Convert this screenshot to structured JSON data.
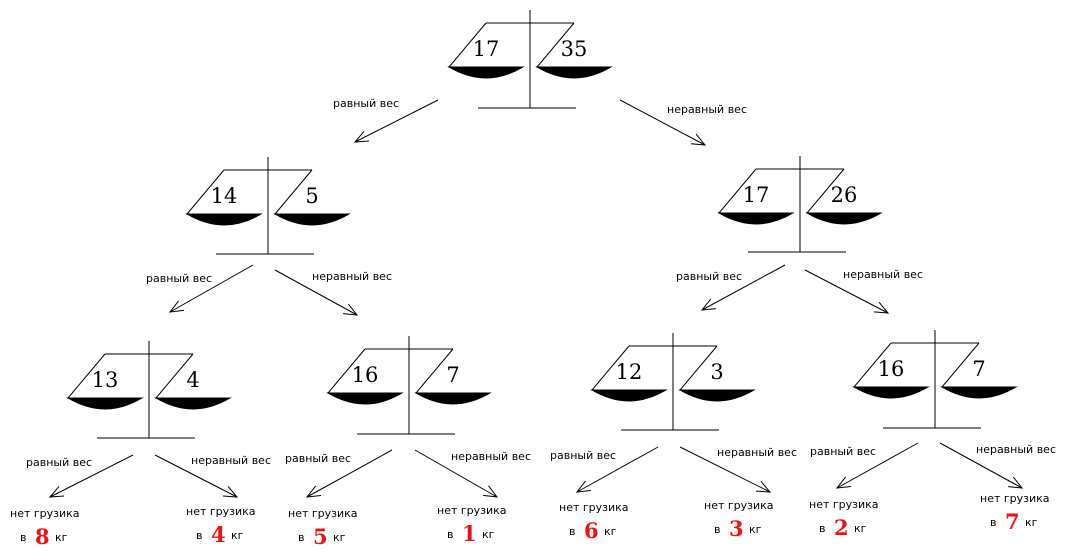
{
  "colors": {
    "ink": "#000000",
    "result_number": "#ee1111"
  },
  "scales": [
    {
      "id": "root",
      "left": "17",
      "right": "35"
    },
    {
      "id": "L",
      "left": "14",
      "right": "5"
    },
    {
      "id": "R",
      "left": "17",
      "right": "26"
    },
    {
      "id": "LL",
      "left": "13",
      "right": "4"
    },
    {
      "id": "LR",
      "left": "16",
      "right": "7"
    },
    {
      "id": "RL",
      "left": "12",
      "right": "3"
    },
    {
      "id": "RR",
      "left": "16",
      "right": "7"
    }
  ],
  "branch_labels": {
    "equal": "равный вес",
    "unequal": "неравный вес"
  },
  "results": [
    {
      "line1": "нет грузика",
      "prefix": "в",
      "value": "8",
      "unit": "кг"
    },
    {
      "line1": "нет грузика",
      "prefix": "в",
      "value": "4",
      "unit": "кг"
    },
    {
      "line1": "нет грузика",
      "prefix": "в",
      "value": "5",
      "unit": "кг"
    },
    {
      "line1": "нет грузика",
      "prefix": "в",
      "value": "1",
      "unit": "кг"
    },
    {
      "line1": "нет грузика",
      "prefix": "в",
      "value": "6",
      "unit": "кг"
    },
    {
      "line1": "нет грузика",
      "prefix": "в",
      "value": "3",
      "unit": "кг"
    },
    {
      "line1": "нет грузика",
      "prefix": "в",
      "value": "2",
      "unit": "кг"
    },
    {
      "line1": "нет грузика",
      "prefix": "в",
      "value": "7",
      "unit": "кг"
    }
  ]
}
